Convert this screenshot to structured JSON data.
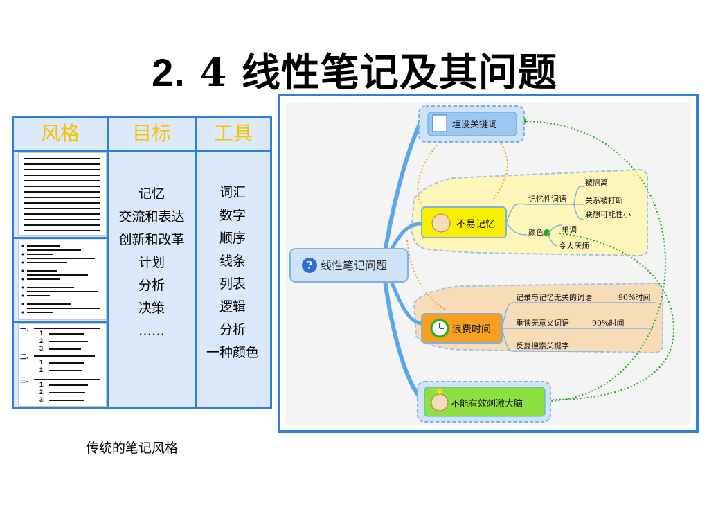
{
  "slide": {
    "title_num": "2.",
    "title_text": " 4 线性笔记及其问题"
  },
  "table": {
    "headers": [
      "风格",
      "目标",
      "工具"
    ],
    "goals": [
      "记忆",
      "交流和表达",
      "创新和改革",
      "计划",
      "分析",
      "决策",
      "……"
    ],
    "tools": [
      "词汇",
      "数字",
      "顺序",
      "线条",
      "列表",
      "逻辑",
      "分析",
      "一种颜色"
    ],
    "thumb3_labels": [
      "一、",
      "二、",
      "三、",
      "1.",
      "2.",
      "3."
    ],
    "caption": "传统的笔记风格"
  },
  "map": {
    "center": "线性笔记问题",
    "branches": {
      "b1": "埋没关键词",
      "b2": "不易记忆",
      "b3": "浪费时间",
      "b4": "不能有效刺激大脑"
    },
    "b2_sub": {
      "memory_words": "记忆性词语",
      "isolated": "被隔离",
      "relation_broken": "关系被打断",
      "association_small": "联想可能性小",
      "color": "颜色",
      "monotone": "单调",
      "boring": "令人厌烦"
    },
    "b3_sub": {
      "record_unrelated": "记录与记忆无关的词语",
      "reread": "重读无意义词语",
      "search_keywords": "反复搜索关键字",
      "pct1": "90%时间",
      "pct2": "90%时间"
    },
    "colors": {
      "blue": "#4a90e2",
      "light_blue": "#cfe3f7",
      "yellow_area": "#fdf6b8",
      "orange_area": "#f8dcb8",
      "green": "#22aa22",
      "orange_dot": "#f0a030"
    }
  }
}
